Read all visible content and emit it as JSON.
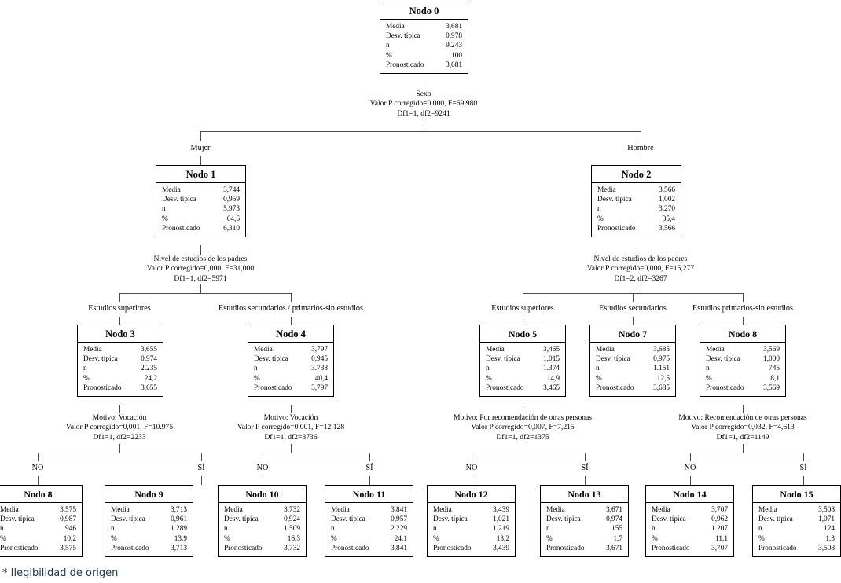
{
  "diagram": {
    "type": "decision-tree",
    "row_labels": [
      "Media",
      "Desv. típica",
      "n",
      "%",
      "Pronosticado"
    ],
    "footnote": "* Ilegibilidad de origen"
  },
  "nodes": [
    {
      "id": "node0",
      "title": "Nodo 0",
      "values": [
        "3,681",
        "0,978",
        "9.243",
        "100",
        "3,681"
      ]
    },
    {
      "id": "node1",
      "title": "Nodo 1",
      "values": [
        "3,744",
        "0,959",
        "5.973",
        "64,6",
        "6,310"
      ]
    },
    {
      "id": "node2",
      "title": "Nodo 2",
      "values": [
        "3,566",
        "1,002",
        "3.270",
        "35,4",
        "3,566"
      ]
    },
    {
      "id": "node3",
      "title": "Nodo 3",
      "values": [
        "3,655",
        "0,974",
        "2.235",
        "24,2",
        "3,655"
      ]
    },
    {
      "id": "node4",
      "title": "Nodo 4",
      "values": [
        "3,797",
        "0,945",
        "3.738",
        "40,4",
        "3,797"
      ]
    },
    {
      "id": "node5",
      "title": "Nodo 5",
      "values": [
        "3,465",
        "1,015",
        "1.374",
        "14,9",
        "3,465"
      ]
    },
    {
      "id": "node7",
      "title": "Nodo 7",
      "values": [
        "3,685",
        "0,975",
        "1.151",
        "12,5",
        "3,685"
      ]
    },
    {
      "id": "node8top",
      "title": "Nodo 8",
      "values": [
        "3,569",
        "1,000",
        "745",
        "8,1",
        "3,569"
      ]
    },
    {
      "id": "leaf8",
      "title": "Nodo 8",
      "values": [
        "3,575",
        "0,987",
        "946",
        "10,2",
        "3,575"
      ]
    },
    {
      "id": "leaf9",
      "title": "Nodo 9",
      "values": [
        "3,713",
        "0,961",
        "1.289",
        "13,9",
        "3,713"
      ]
    },
    {
      "id": "leaf10",
      "title": "Nodo 10",
      "values": [
        "3,732",
        "0,924",
        "1.509",
        "16,3",
        "3,732"
      ]
    },
    {
      "id": "leaf11",
      "title": "Nodo 11",
      "values": [
        "3,841",
        "0,957",
        "2.229",
        "24,1",
        "3,841"
      ]
    },
    {
      "id": "leaf12",
      "title": "Nodo 12",
      "values": [
        "3,439",
        "1,021",
        "1.219",
        "13,2",
        "3,439"
      ]
    },
    {
      "id": "leaf13",
      "title": "Nodo 13",
      "values": [
        "3,671",
        "0,974",
        "155",
        "1,7",
        "3,671"
      ]
    },
    {
      "id": "leaf14",
      "title": "Nodo 14",
      "values": [
        "3,707",
        "0,962",
        "1.207",
        "11,1",
        "3,707"
      ]
    },
    {
      "id": "leaf15",
      "title": "Nodo 15",
      "values": [
        "3,508",
        "1,071",
        "124",
        "1,3",
        "3,508"
      ]
    }
  ],
  "splits": {
    "root": {
      "variable": "Sexo",
      "pvalue": "Valor P corregido=0,000, F=69,980",
      "df": "Df1=1, df2=9241"
    },
    "node1": {
      "variable": "Nivel de estudios de los padres",
      "pvalue": "Valor P corregido=0,000, F=31,000",
      "df": "Df1=1, df2=5971"
    },
    "node2": {
      "variable": "Nivel de estudios de los padres",
      "pvalue": "Valor P corregido=0,000, F=15,277",
      "df": "Df1=2, df2=3267"
    },
    "node3": {
      "variable": "Motivo: Vocación",
      "pvalue": "Valor P corregido=0,001, F=10.975",
      "df": "Df1=1, df2=2233"
    },
    "node4": {
      "variable": "Motivo: Vocación",
      "pvalue": "Valor P corregido=0,001, F=12,128",
      "df": "Df1=1, df2=3736"
    },
    "node5": {
      "variable": "Motivo: Por recomendación de otras personas",
      "pvalue": "Valor P corregido=0,007, F=7,215",
      "df": "Df1=1, df2=1375"
    },
    "node8top": {
      "variable": "Motivo: Recomendación de otras personas",
      "pvalue": "Valor P corregido=0,032, F=4,613",
      "df": "Df1=1, df2=1149"
    }
  },
  "branches": {
    "mujer": "Mujer",
    "hombre": "Hombre",
    "sup_izq": "Estudios superiores",
    "sec_prim_izq": "Estudios secundarios / primarios-sin estudios",
    "sup_der": "Estudios superiores",
    "sec_der": "Estudios secundarios",
    "prim_der": "Estudios primarios-sin estudios",
    "no1": "NO",
    "si1": "SÍ",
    "no2": "NO",
    "si2": "SÍ",
    "no3": "NO",
    "si3": "SÍ",
    "no4": "NO",
    "si4": "SÍ"
  }
}
